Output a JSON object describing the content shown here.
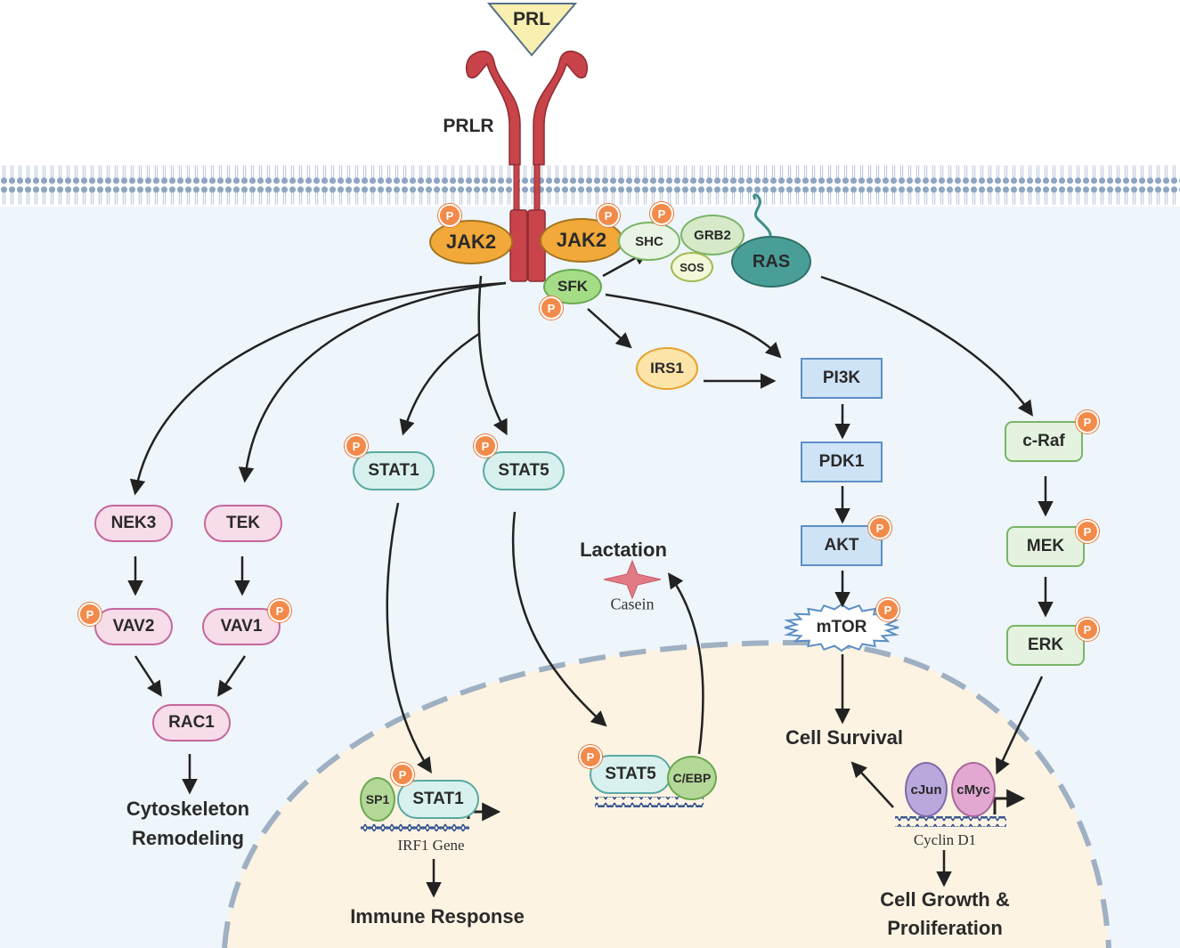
{
  "ligand": {
    "prl": "PRL",
    "receptor": "PRLR"
  },
  "membrane": {
    "jak2_left": "JAK2",
    "jak2_right": "JAK2",
    "shc": "SHC",
    "grb2": "GRB2",
    "sos": "SOS",
    "ras": "RAS",
    "sfk": "SFK",
    "irs1": "IRS1"
  },
  "phospho_mark": "P",
  "rac_branch": {
    "nek3": "NEK3",
    "tek": "TEK",
    "vav2": "VAV2",
    "vav1": "VAV1",
    "rac1": "RAC1",
    "outcome_line1": "Cytoskeleton",
    "outcome_line2": "Remodeling"
  },
  "stat_branch": {
    "stat1": "STAT1",
    "stat5": "STAT5",
    "lactation": "Lactation",
    "casein": "Casein"
  },
  "pi3k_branch": {
    "pi3k": "PI3K",
    "pdk1": "PDK1",
    "akt": "AKT",
    "mtor": "mTOR",
    "outcome": "Cell Survival"
  },
  "mapk_branch": {
    "craf": "c-Raf",
    "mek": "MEK",
    "erk": "ERK"
  },
  "nucleus": {
    "sp1": "SP1",
    "stat1": "STAT1",
    "irf1_gene": "IRF1 Gene",
    "immune": "Immune Response",
    "stat5": "STAT5",
    "cebp": "C/EBP",
    "cjun": "cJun",
    "cmyc": "cMyc",
    "cyclin": "Cyclin D1",
    "growth_line1": "Cell Growth &",
    "growth_line2": "Proliferation"
  },
  "colors": {
    "cytoplasm": "#eef5fb",
    "nucleus": "#fdf3e3",
    "receptor": "#c8434a",
    "jak2": "#f2a93a",
    "ras": "#4a9e98",
    "phospho": "#f28a4a",
    "rac_pathway": "#f7dcea",
    "stat_pathway": "#d8f1ee",
    "pi3k_pathway": "#cfe3f7",
    "mapk_pathway": "#e4f3df"
  }
}
